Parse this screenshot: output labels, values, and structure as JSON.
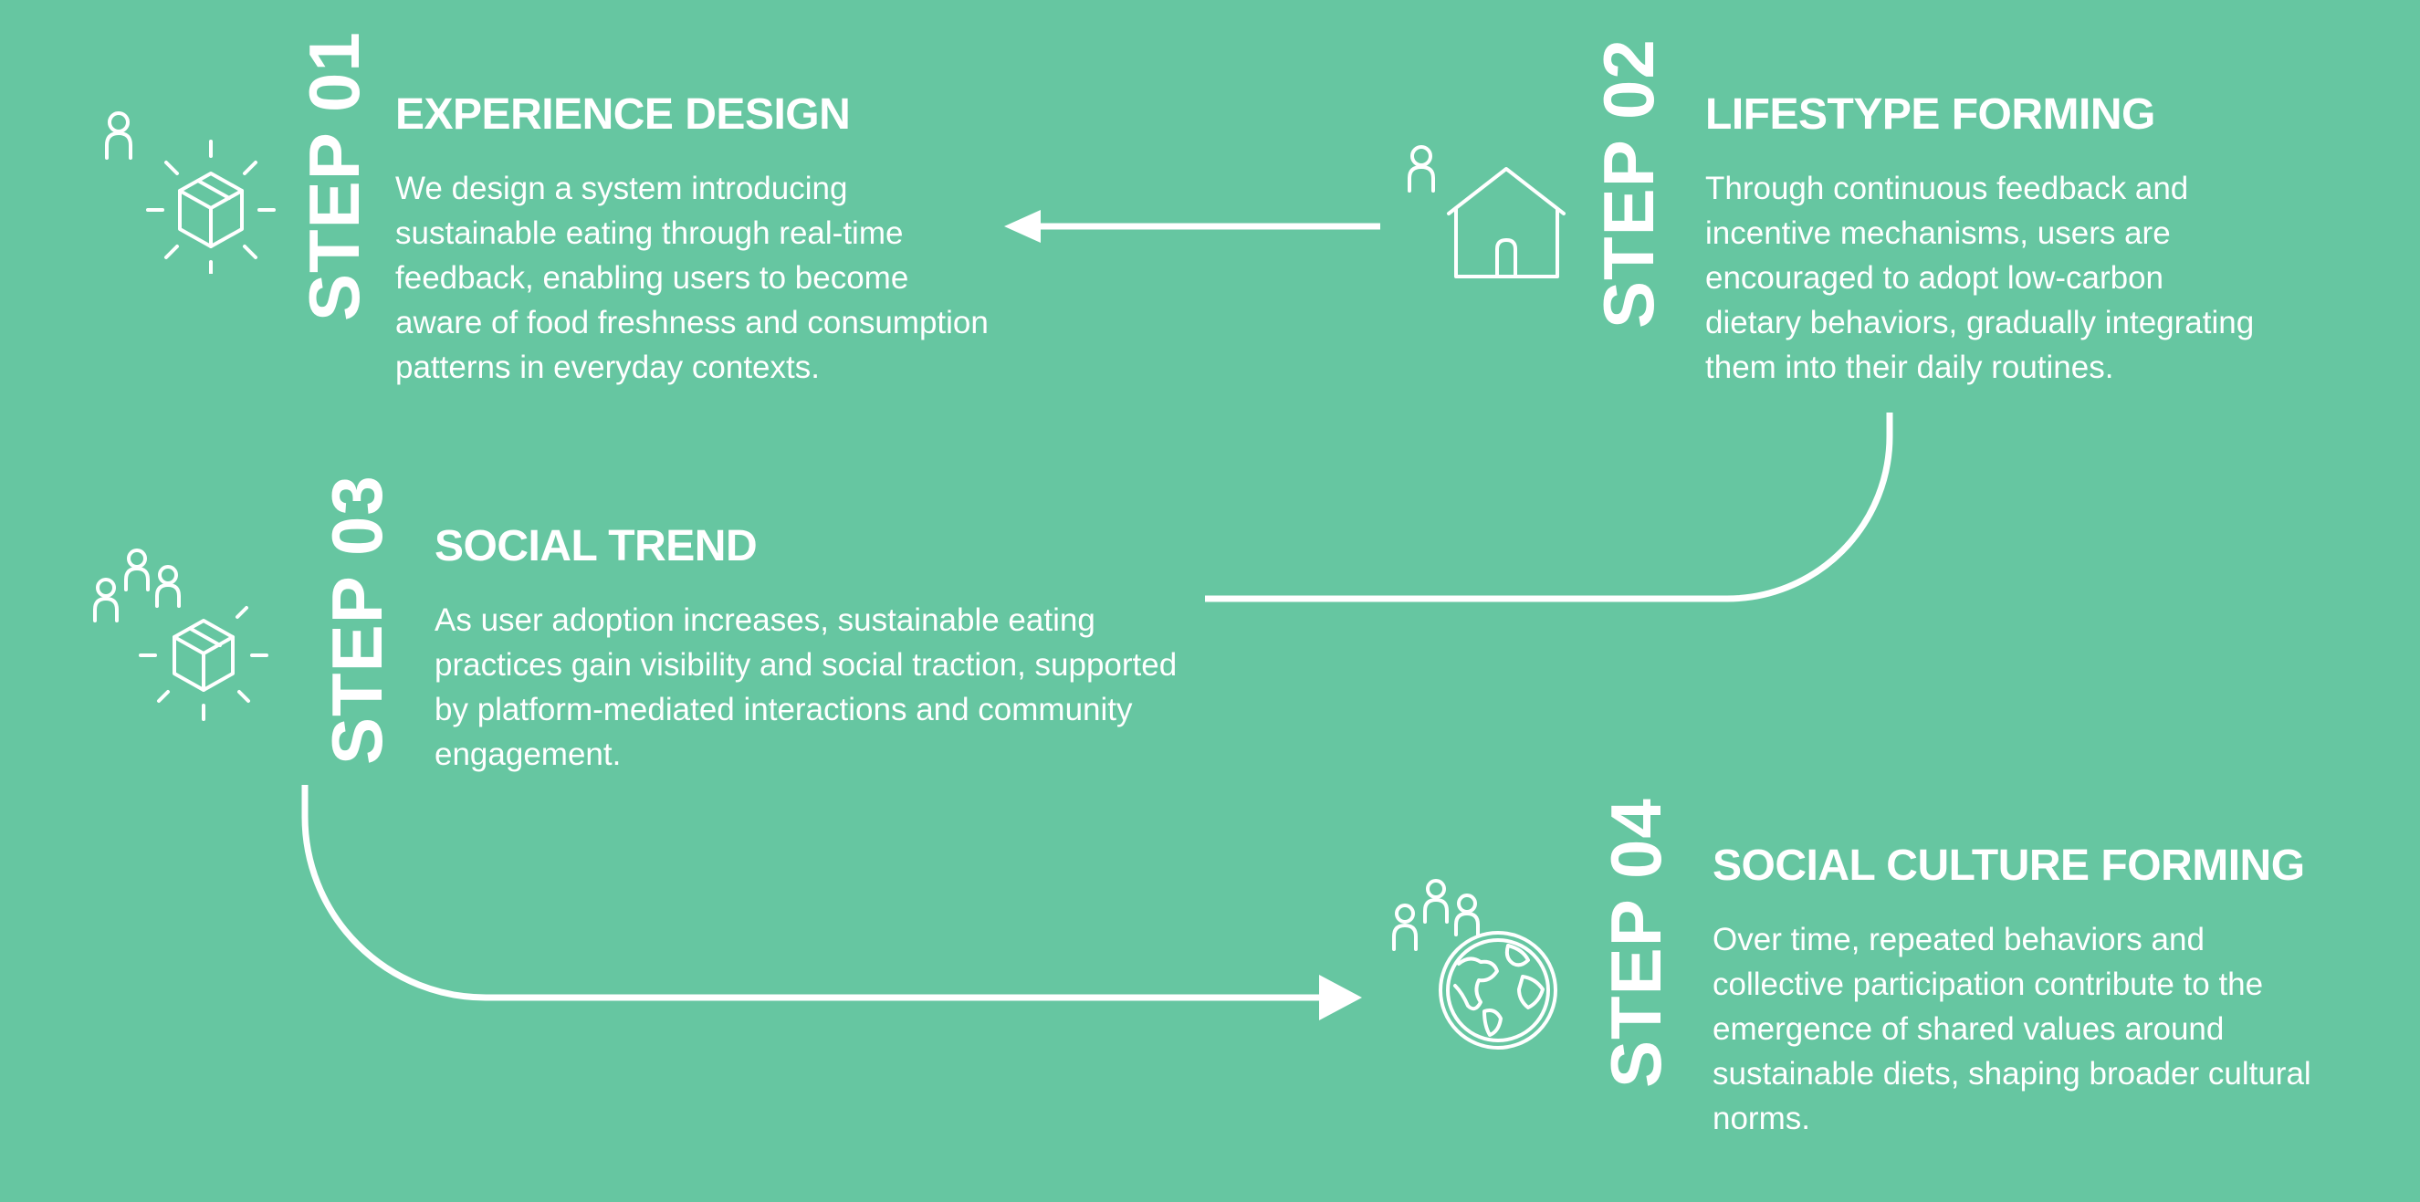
{
  "steps": [
    {
      "label": "STEP 01",
      "title": "EXPERIENCE DESIGN",
      "icon": "single-person-box-icon",
      "body_lines": [
        "We design a system introducing",
        "sustainable eating through real-time",
        "feedback, enabling users to become",
        "aware of food freshness and consumption",
        "patterns in everyday contexts."
      ]
    },
    {
      "label": "STEP 02",
      "title": "LIFESTYPE FORMING",
      "icon": "person-house-icon",
      "body_lines": [
        "Through continuous feedback and",
        "incentive mechanisms, users are",
        "encouraged to adopt low-carbon",
        "dietary behaviors, gradually integrating",
        "them into their daily routines."
      ]
    },
    {
      "label": "STEP 03",
      "title": "SOCIAL TREND",
      "icon": "group-box-icon",
      "body_lines": [
        "As user adoption increases, sustainable eating",
        "practices gain visibility and social traction, supported",
        "by platform-mediated interactions and community",
        "engagement."
      ]
    },
    {
      "label": "STEP 04",
      "title": "SOCIAL CULTURE FORMING",
      "icon": "group-globe-icon",
      "body_lines": [
        "Over time, repeated behaviors and",
        "collective participation contribute to the",
        "emergence of shared values around",
        "sustainable diets, shaping broader cultural",
        "norms."
      ]
    }
  ],
  "colors": {
    "background": "#66c6a1",
    "foreground": "#ffffff"
  }
}
